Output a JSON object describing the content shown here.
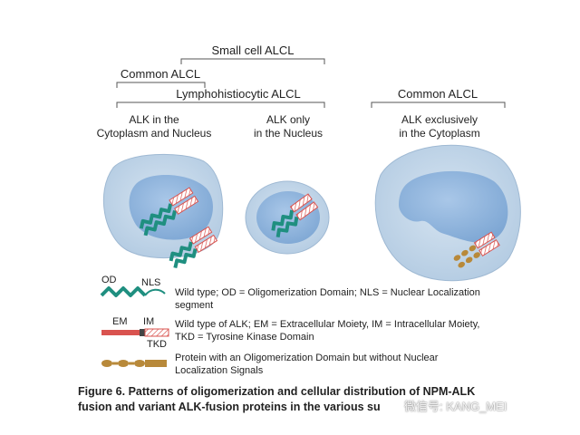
{
  "brackets": {
    "small_cell": "Small cell ALCL",
    "common_left": "Common ALCL",
    "lymphohistiocytic": "Lymphohistiocytic ALCL",
    "common_right": "Common ALCL"
  },
  "cells": {
    "cell1": {
      "line1": "ALK in the",
      "line2": "Cytoplasm and Nucleus"
    },
    "cell2": {
      "line1": "ALK only",
      "line2": "in the Nucleus"
    },
    "cell3": {
      "line1": "ALK exclusively",
      "line2": "in the Cytoplasm"
    }
  },
  "legend": {
    "npm": {
      "od_label": "OD",
      "nls_label": "NLS",
      "text1": "Wild type; OD = Oligomerization Domain; NLS = Nuclear Localization",
      "text2": "segment"
    },
    "alk": {
      "em_label": "EM",
      "im_label": "IM",
      "tkd_label": "TKD",
      "text1": "Wild type of ALK; EM = Extracellular Moiety, IM = Intracellular Moiety,",
      "text2": "TKD = Tyrosine Kinase Domain"
    },
    "od": {
      "text1": "Protein with an Oligomerization Domain but without  Nuclear",
      "text2": "Localization Signals"
    }
  },
  "caption": {
    "line1": "Figure 6. Patterns of oligomerization and cellular distribution of NPM-ALK",
    "line2": "fusion and variant ALK-fusion proteins in the various su"
  },
  "watermark": "微信号: KANG_MEI",
  "colors": {
    "cell_body": "#c2d6e8",
    "nucleus": "#8db3dc",
    "npm_teal": "#1f8f80",
    "alk_red": "#d9534f",
    "od_gold": "#b8893a",
    "bracket": "#555555"
  }
}
